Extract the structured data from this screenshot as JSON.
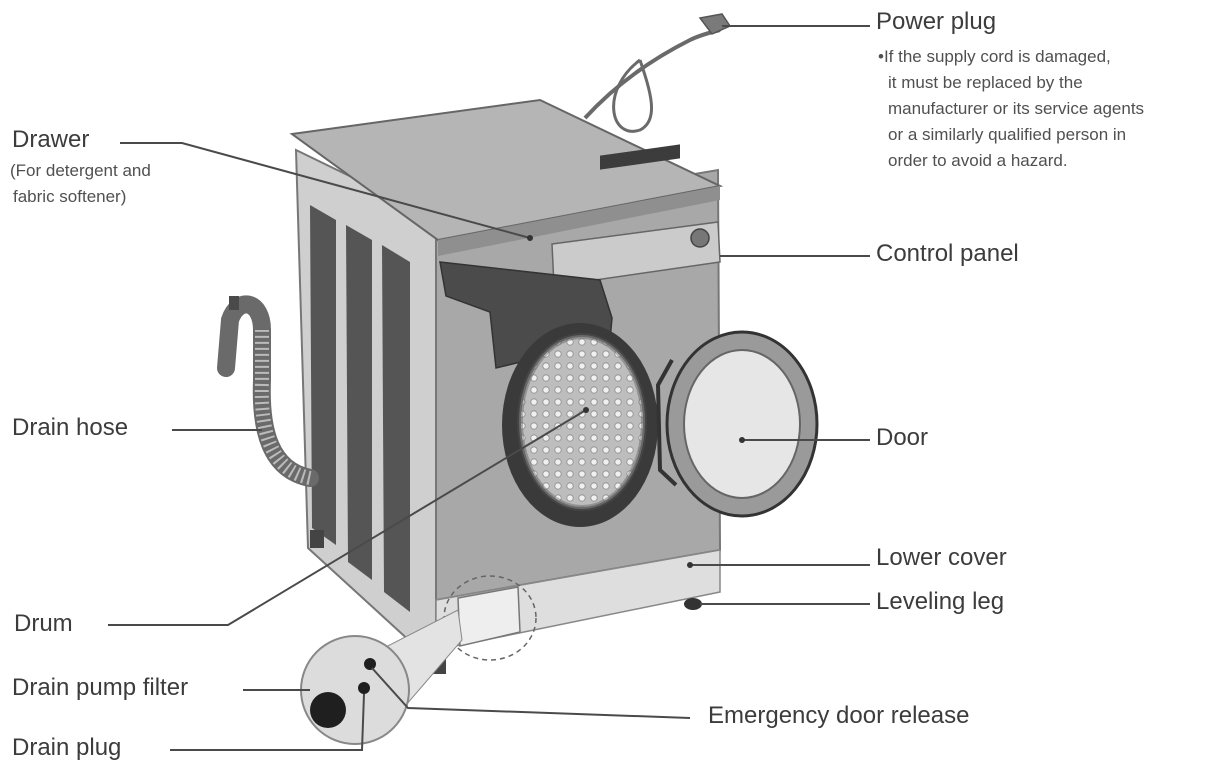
{
  "labels": {
    "power_plug": "Power plug",
    "power_plug_note": [
      "•If the supply cord is damaged,",
      "it must be replaced by the",
      "manufacturer or its service agents",
      "or a similarly qualified person in",
      "order to avoid a hazard."
    ],
    "drawer": "Drawer",
    "drawer_note": [
      "(For detergent and",
      "fabric softener)"
    ],
    "control_panel": "Control panel",
    "drain_hose": "Drain hose",
    "door": "Door",
    "lower_cover": "Lower cover",
    "leveling_leg": "Leveling leg",
    "drum": "Drum",
    "drain_pump_filter": "Drain pump filter",
    "emergency_door_release": "Emergency door release",
    "drain_plug": "Drain plug"
  },
  "colors": {
    "body_dark": "#6f6f6f",
    "body_mid": "#9a9a9a",
    "body_light": "#c4c4c4",
    "top": "#bdbdbd",
    "line": "#4a4a4a"
  }
}
